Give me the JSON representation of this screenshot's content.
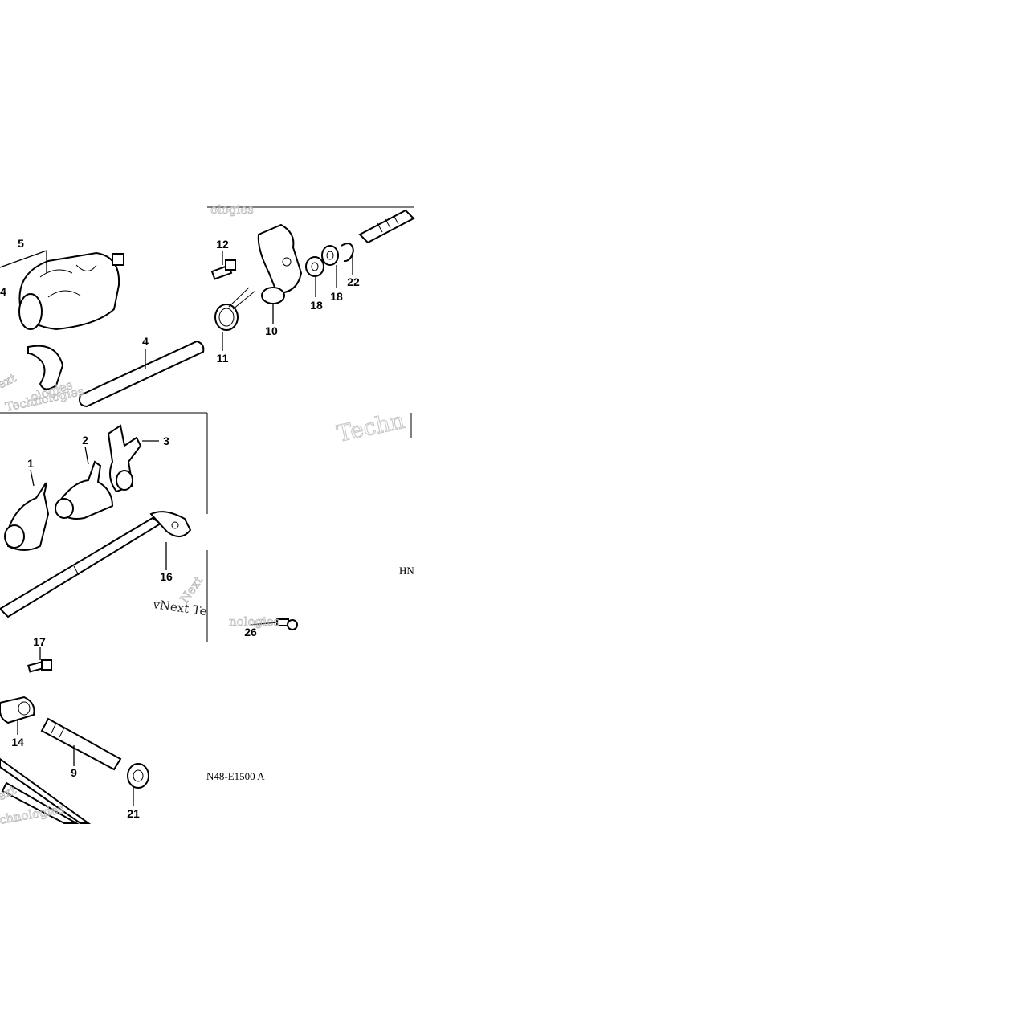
{
  "diagram": {
    "callouts": [
      "5",
      "4",
      "12",
      "18",
      "18",
      "22",
      "10",
      "11",
      "4",
      "3",
      "2",
      "1",
      "16",
      "26",
      "17",
      "14",
      "9",
      "21"
    ],
    "figure_codes": [
      "HN",
      "N48-E1500 A"
    ],
    "watermarks": [
      "Techn",
      "vNext Te",
      "nologies",
      "ologies",
      "Technologies",
      "chnologies",
      "ext",
      "ext",
      "Next",
      "ologies"
    ]
  }
}
